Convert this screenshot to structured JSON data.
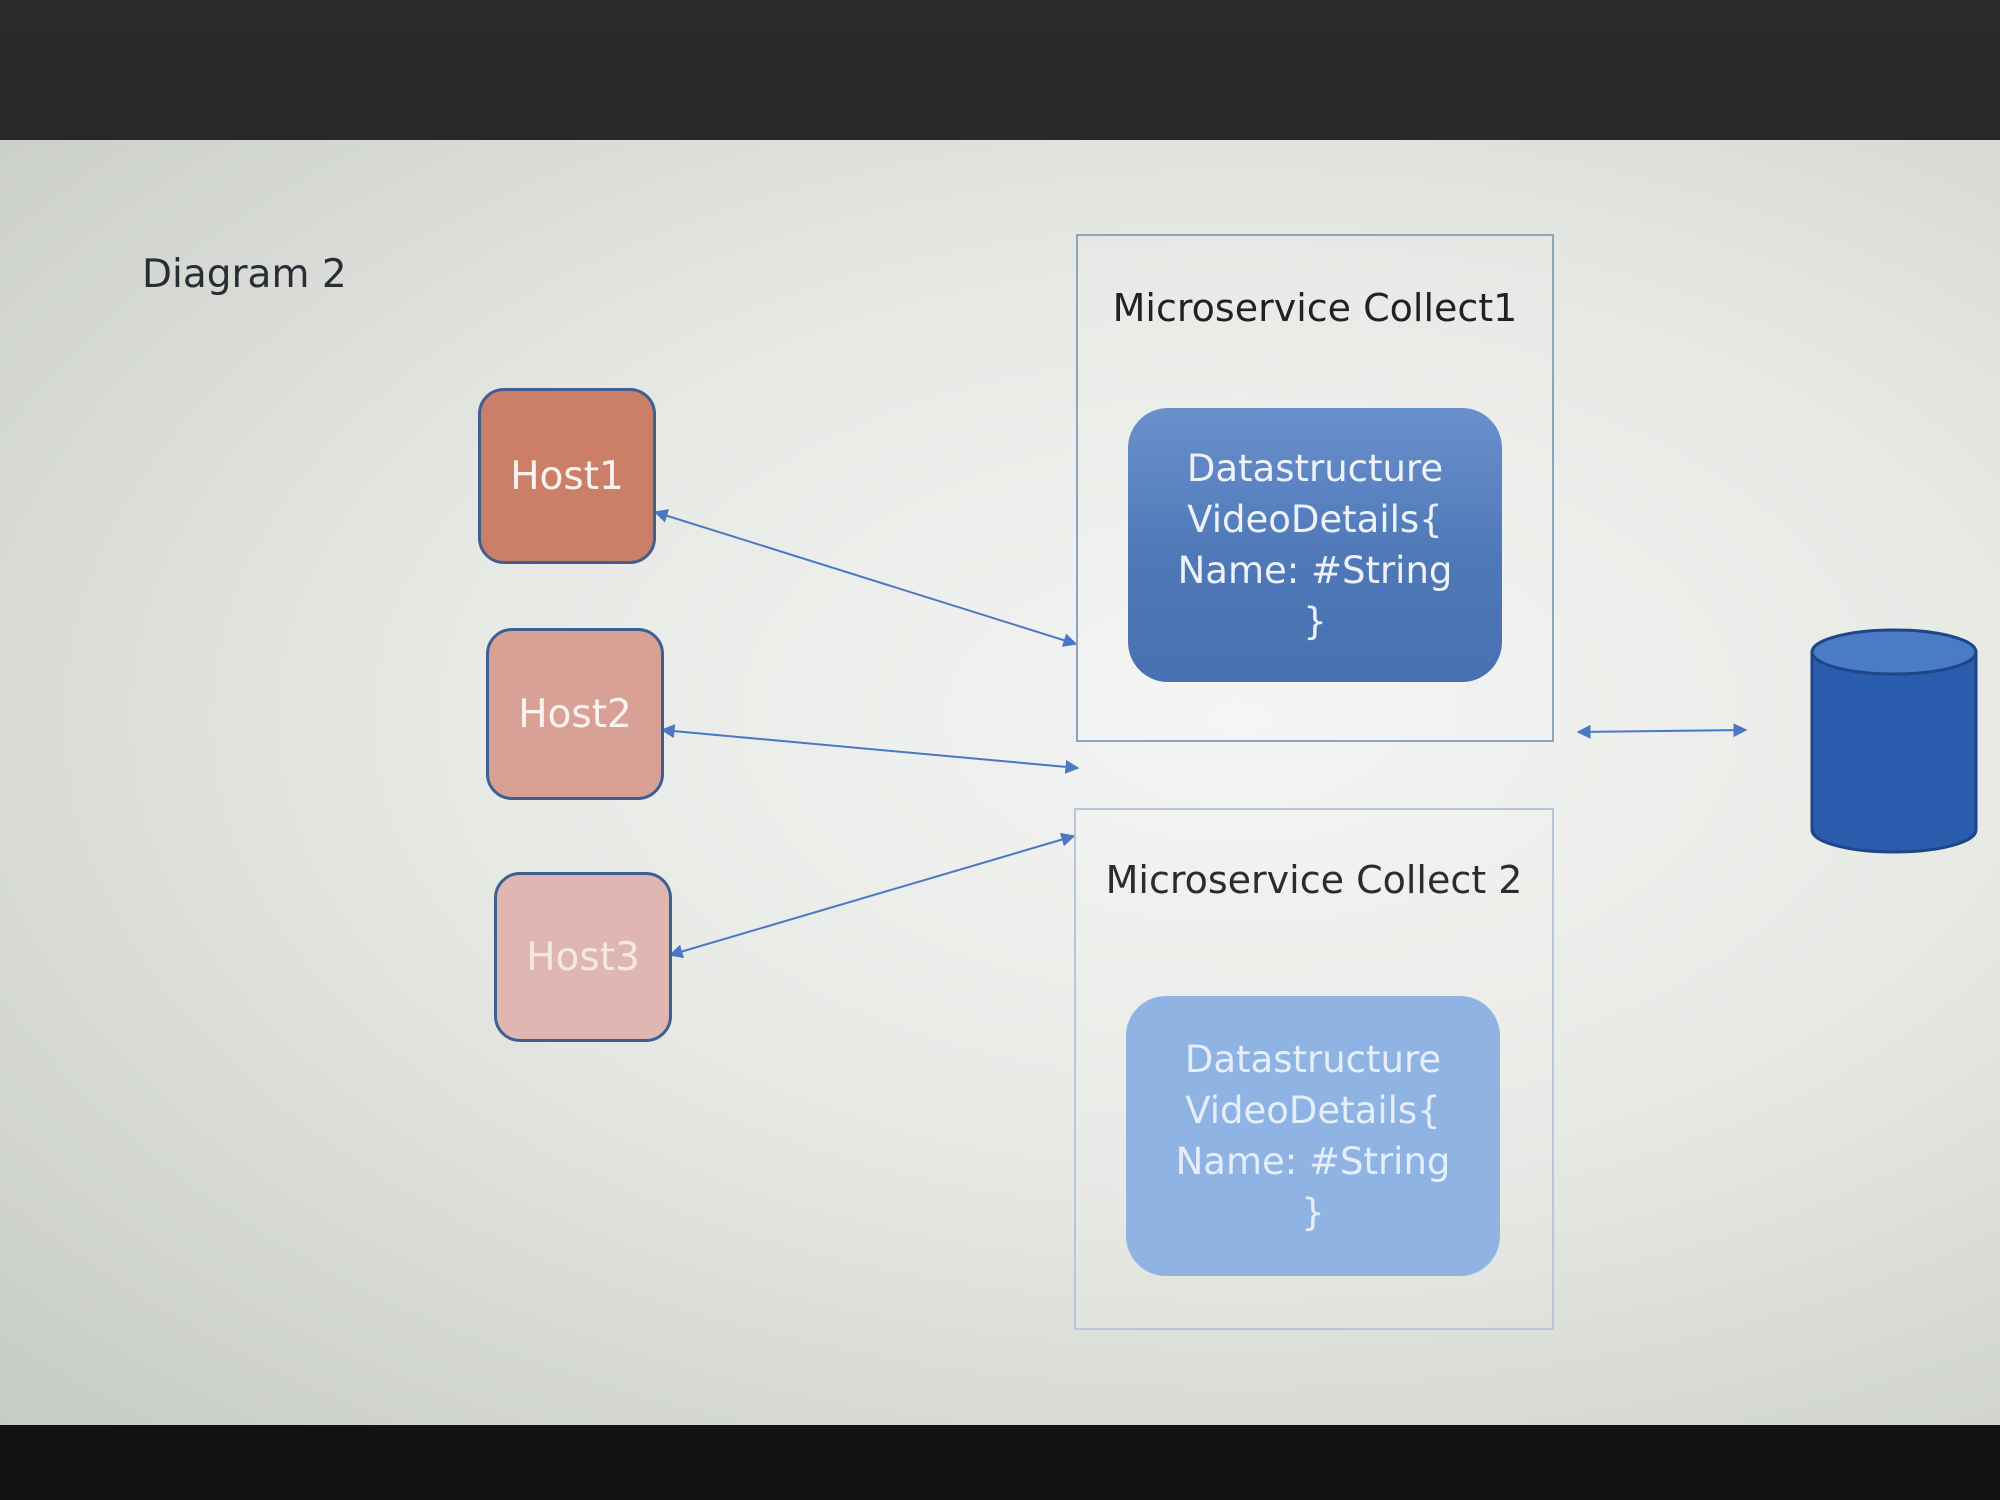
{
  "diagram": {
    "title": "Diagram 2",
    "hosts": [
      {
        "label": "Host1"
      },
      {
        "label": "Host2"
      },
      {
        "label": "Host3"
      }
    ],
    "microservices": [
      {
        "title": "Microservice Collect1",
        "datastructure": {
          "line1": "Datastructure",
          "line2": "VideoDetails{",
          "line3": "Name: #String",
          "line4": "}"
        }
      },
      {
        "title": "Microservice Collect 2",
        "datastructure": {
          "line1": "Datastructure",
          "line2": "VideoDetails{",
          "line3": "Name: #String",
          "line4": "}"
        }
      }
    ],
    "database": {
      "icon": "database-cylinder-icon"
    },
    "colors": {
      "host1_fill": "#cc7f68",
      "host2_fill": "#d9a096",
      "host3_fill": "#e0b6b2",
      "datastructure_fill": "#4f78b8",
      "connector": "#4a78c4",
      "database_fill": "#2a5cad"
    }
  }
}
